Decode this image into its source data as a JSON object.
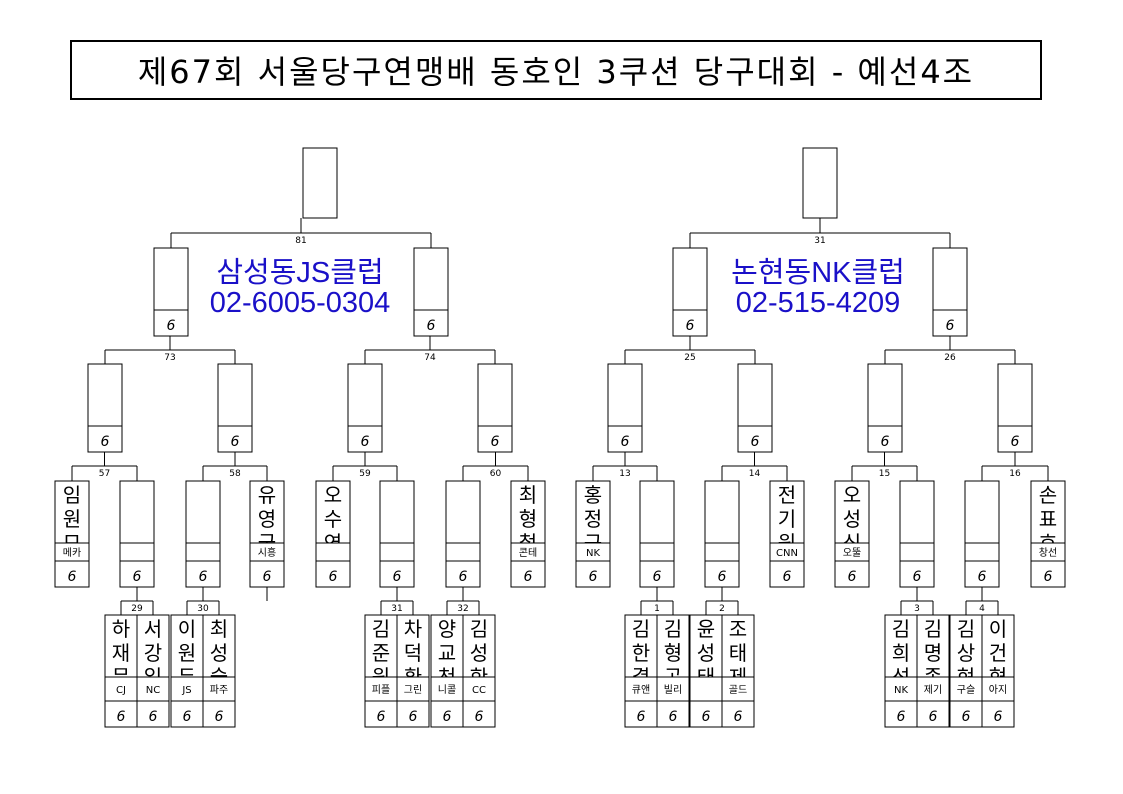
{
  "title": "제67회 서울당구연맹배 동호인 3쿠션 당구대회 - 예선4조",
  "score_mark": "6",
  "clubs": {
    "left": {
      "name": "삼성동JS클럽",
      "phone": "02-6005-0304"
    },
    "right": {
      "name": "논현동NK클럽",
      "phone": "02-515-4209"
    }
  },
  "matches": {
    "final_left": "81",
    "semi_left_a": "73",
    "semi_left_b": "74",
    "final_right": "31",
    "semi_right_a": "25",
    "semi_right_b": "26",
    "r3": [
      "57",
      "58",
      "59",
      "60",
      "13",
      "14",
      "15",
      "16"
    ],
    "r4": [
      "29",
      "30",
      "31",
      "32",
      "1",
      "2",
      "3",
      "4"
    ]
  },
  "seeded": [
    {
      "name": "임원모",
      "club": "메카"
    },
    {
      "name": "유영국",
      "club": "시흥"
    },
    {
      "name": "오수연",
      "club": ""
    },
    {
      "name": "최형철",
      "club": "콘테"
    },
    {
      "name": "홍정근",
      "club": "NK"
    },
    {
      "name": "전기원",
      "club": "CNN"
    },
    {
      "name": "오성식",
      "club": "오뚤"
    },
    {
      "name": "손표호",
      "club": "창선"
    }
  ],
  "qualifiers": [
    {
      "name": "하재문",
      "club": "CJ"
    },
    {
      "name": "서강일",
      "club": "NC"
    },
    {
      "name": "이원두",
      "club": "JS"
    },
    {
      "name": "최성술",
      "club": "파주"
    },
    {
      "name": "김준원",
      "club": "피플"
    },
    {
      "name": "차덕환",
      "club": "그린"
    },
    {
      "name": "양교천",
      "club": "니콜"
    },
    {
      "name": "김성한",
      "club": "CC"
    },
    {
      "name": "김한결",
      "club": "큐앤"
    },
    {
      "name": "김형곤",
      "club": "빌리"
    },
    {
      "name": "윤성태",
      "club": ""
    },
    {
      "name": "조태제",
      "club": "골드"
    },
    {
      "name": "김희석",
      "club": "NK"
    },
    {
      "name": "김명종",
      "club": "제기"
    },
    {
      "name": "김상현",
      "club": "구슬"
    },
    {
      "name": "이건형",
      "club": "아지"
    }
  ]
}
